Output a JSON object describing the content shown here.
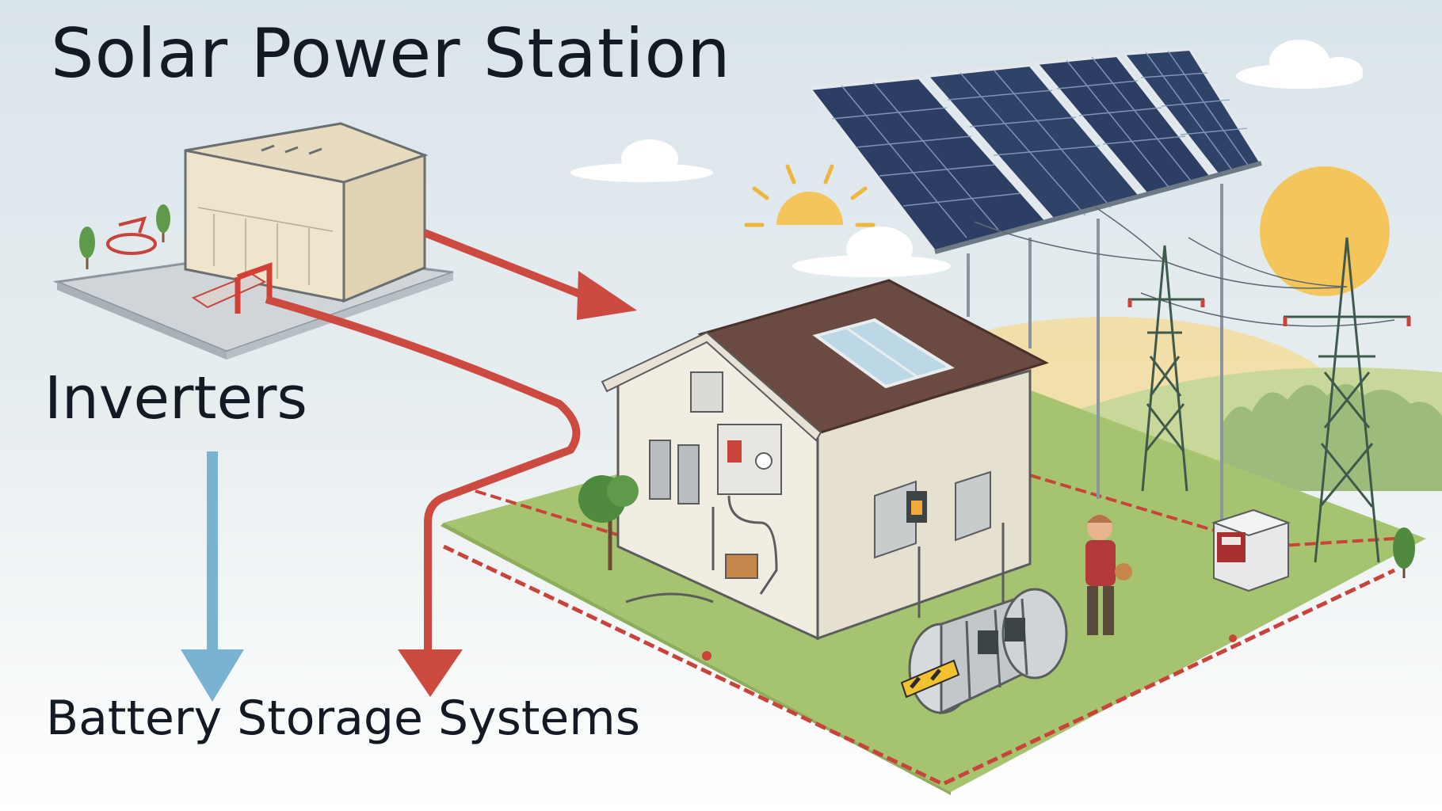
{
  "labels": {
    "title": "Solar Power Station",
    "inverters": "Inverters",
    "battery_storage": "Battery Storage Systems"
  },
  "colors": {
    "sky_top": "#dde6ea",
    "sky_bottom": "#f3f6f6",
    "grass": "#a6c470",
    "arrow_red": "#cc4a40",
    "arrow_blue": "#7ab3d2",
    "panel": "#2c3e63",
    "roof": "#6b4a42",
    "sun": "#f4c55a",
    "text": "#141a24"
  },
  "icons": [
    "sun-icon",
    "cloud-icon",
    "tree-icon",
    "power-tower-icon",
    "person-icon"
  ]
}
